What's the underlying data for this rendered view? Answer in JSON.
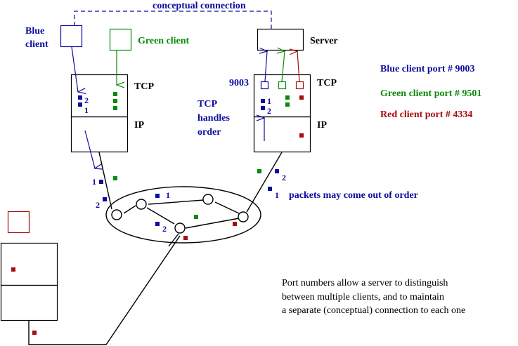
{
  "labels": {
    "conceptual_connection": "conceptual connection",
    "blue_client_line1": "Blue",
    "blue_client_line2": "client",
    "green_client": "Green client",
    "server": "Server",
    "tcp_left": "TCP",
    "ip_left": "IP",
    "tcp_right": "TCP",
    "ip_right": "IP",
    "server_port_label": "9003",
    "tcp_handles_line1": "TCP",
    "tcp_handles_line2": "handles",
    "tcp_handles_line3": "order",
    "packets_out_of_order": "packets may come out of order"
  },
  "packet_numbers": {
    "left_tcp_top": "2",
    "left_tcp_bottom": "1",
    "right_tcp_top": "1",
    "right_tcp_bottom": "2",
    "left_link_1": "1",
    "left_link_2": "2",
    "network_1": "1",
    "network_2": "2",
    "right_link_2": "2",
    "right_link_1": "1"
  },
  "legend": [
    {
      "text": "Blue client port #  9003",
      "color": "#0c0ca0"
    },
    {
      "text": "Green client port #  9501",
      "color": "#0a8a0a"
    },
    {
      "text": "Red client port # 4334",
      "color": "#a80c0c"
    }
  ],
  "note_lines": [
    "Port numbers allow a server to distinguish",
    "between multiple clients, and to maintain",
    "a separate (conceptual) connection to each one"
  ],
  "colors": {
    "blue": "#0c0ca0",
    "green": "#0a8a0a",
    "red": "#a80c0c",
    "black": "#000000"
  }
}
